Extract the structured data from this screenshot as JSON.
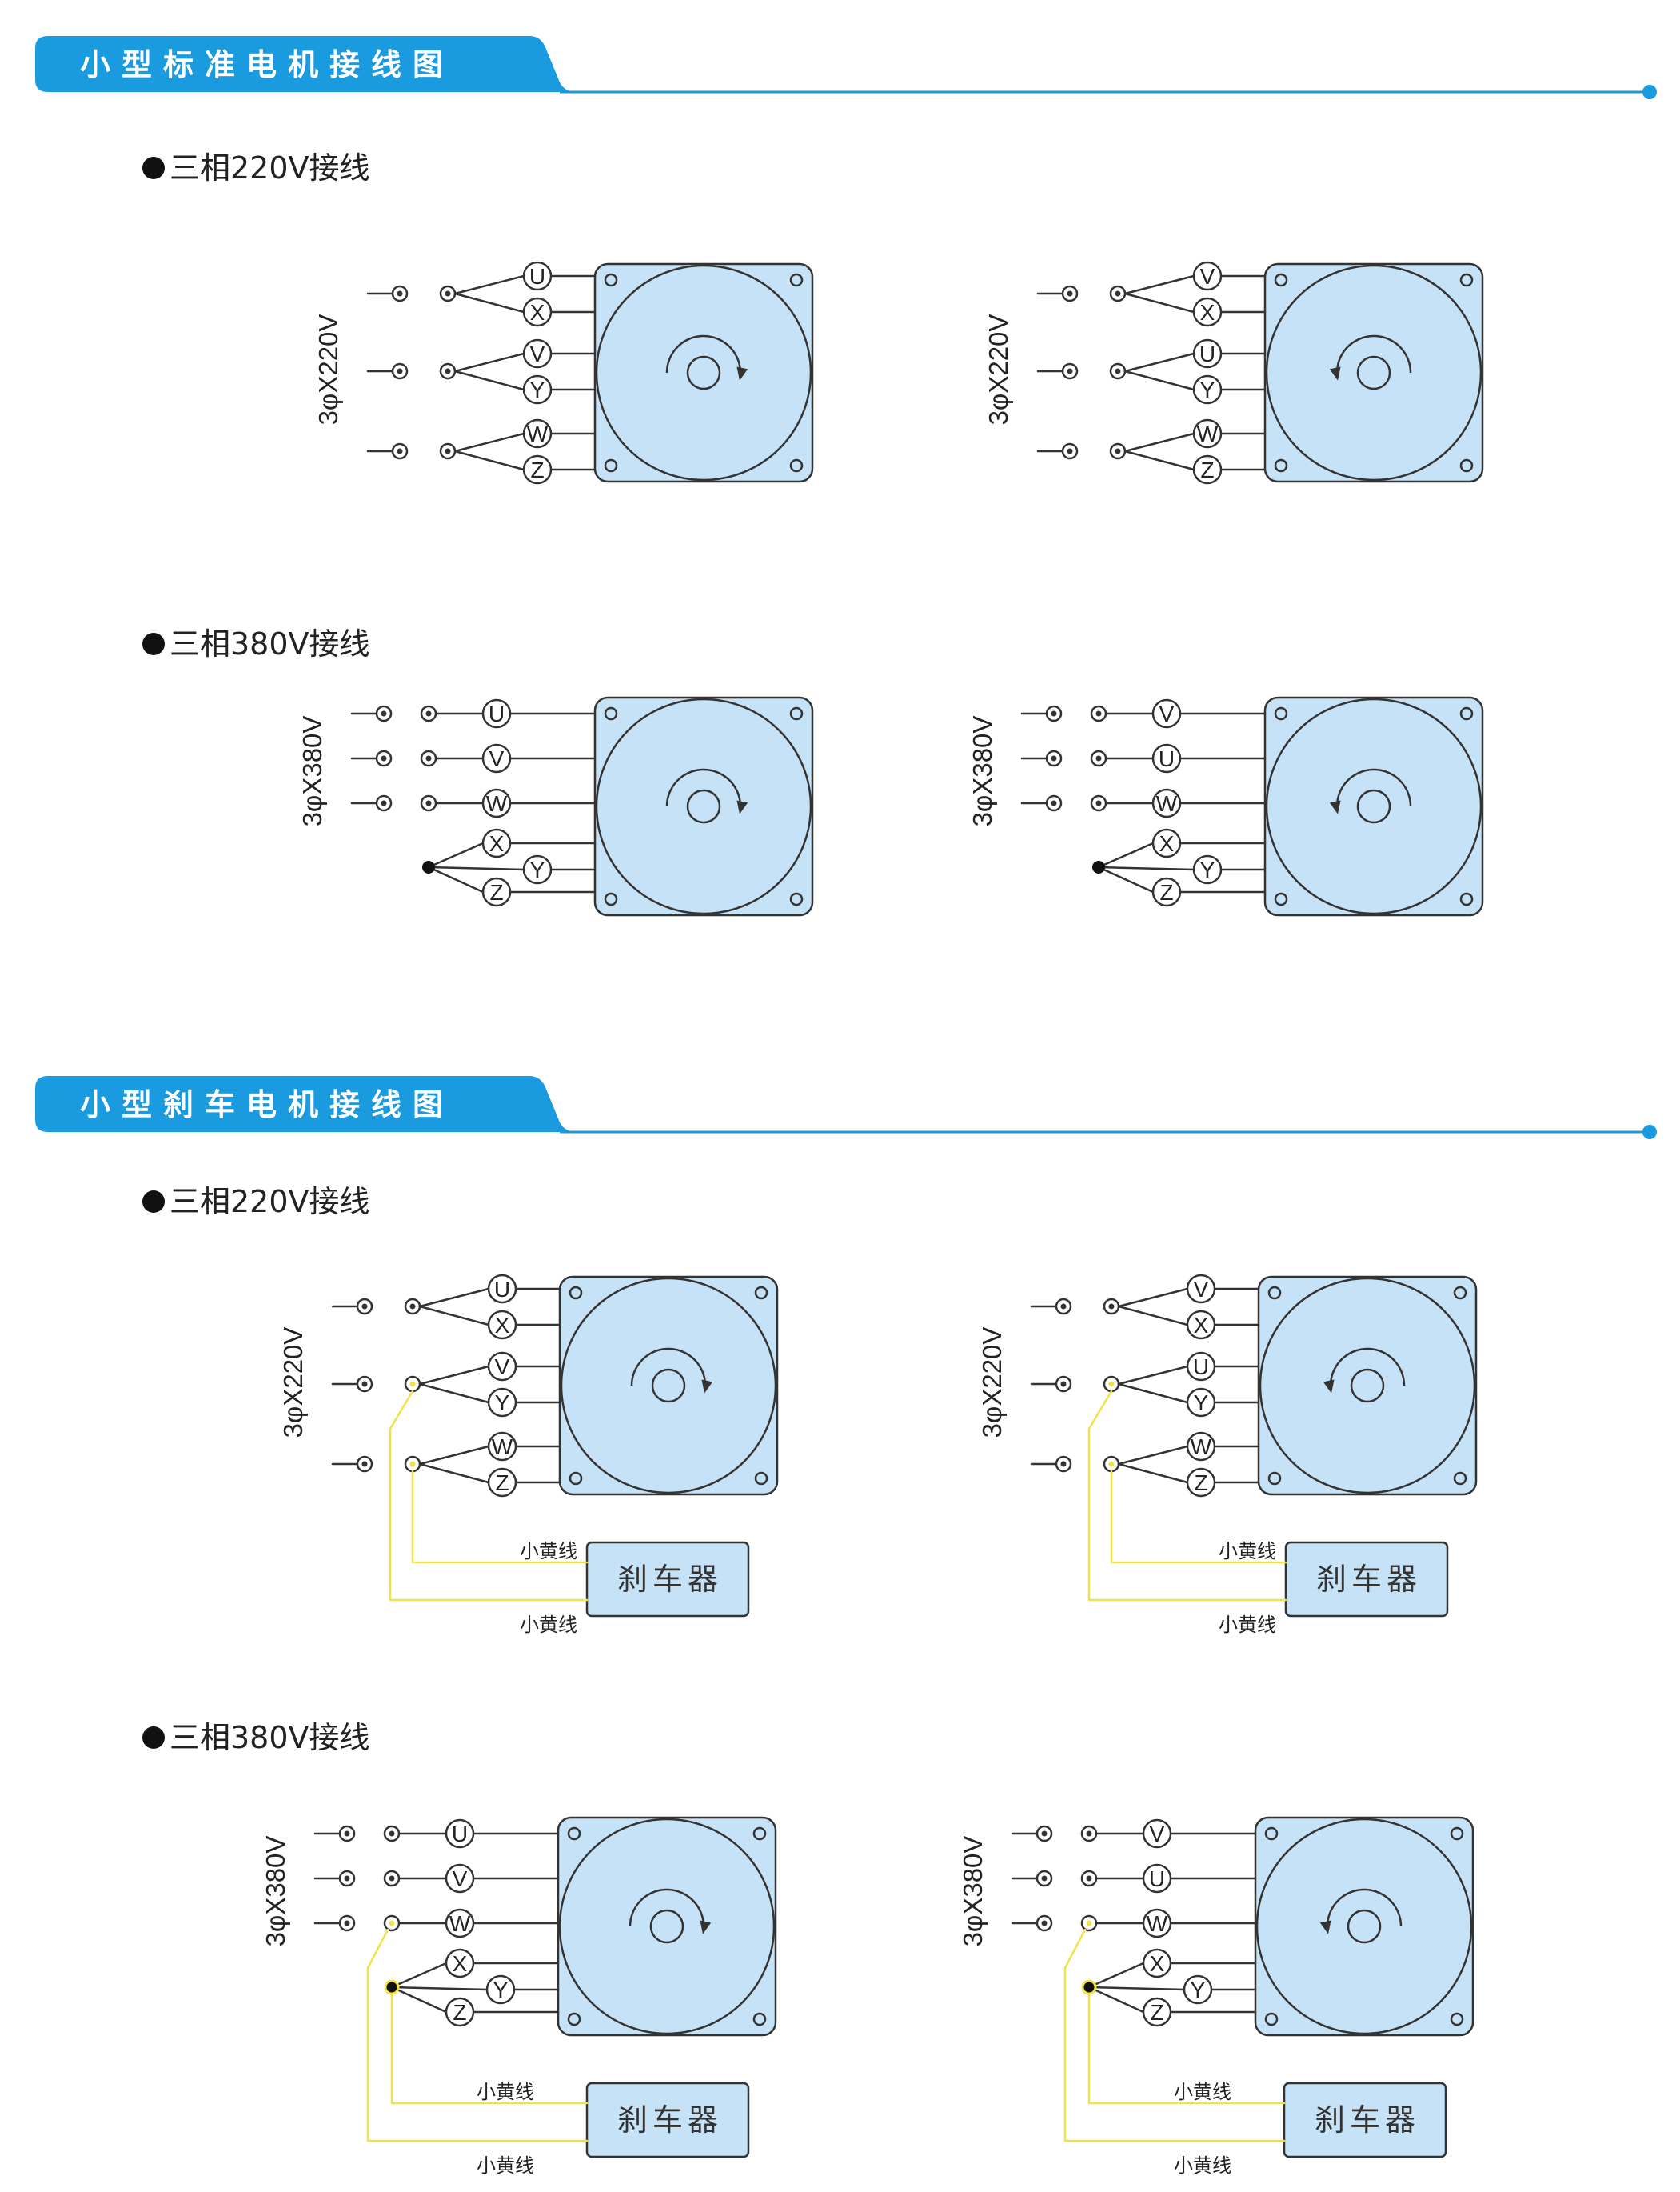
{
  "colors": {
    "accent": "#1a9be0",
    "motor_fill": "#c6e2f6",
    "motor_stroke": "#333333",
    "yellow_wire": "#f2e24a",
    "brake_fill": "#c6e2f6"
  },
  "sections": [
    {
      "title": "小型标准电机接线图",
      "groups": [
        {
          "subtitle": "三相220V接线",
          "diagrams": [
            {
              "voltage": "3φX220V",
              "terminals": [
                "U",
                "X",
                "V",
                "Y",
                "W",
                "Z"
              ],
              "rotation": "clockwise"
            },
            {
              "voltage": "3φX220V",
              "terminals": [
                "V",
                "X",
                "U",
                "Y",
                "W",
                "Z"
              ],
              "rotation": "counterclockwise"
            }
          ]
        },
        {
          "subtitle": "三相380V接线",
          "diagrams": [
            {
              "voltage": "3φX380V",
              "terminals": [
                "U",
                "V",
                "W",
                "X",
                "Y",
                "Z"
              ],
              "rotation": "clockwise"
            },
            {
              "voltage": "3φX380V",
              "terminals": [
                "V",
                "U",
                "W",
                "X",
                "Y",
                "Z"
              ],
              "rotation": "counterclockwise"
            }
          ]
        }
      ]
    },
    {
      "title": "小型刹车电机接线图",
      "groups": [
        {
          "subtitle": "三相220V接线",
          "diagrams": [
            {
              "voltage": "3φX220V",
              "terminals": [
                "U",
                "X",
                "V",
                "Y",
                "W",
                "Z"
              ],
              "rotation": "clockwise",
              "brake_label": "刹车器",
              "wire_label_top": "小黄线",
              "wire_label_bottom": "小黄线"
            },
            {
              "voltage": "3φX220V",
              "terminals": [
                "V",
                "X",
                "U",
                "Y",
                "W",
                "Z"
              ],
              "rotation": "counterclockwise",
              "brake_label": "刹车器",
              "wire_label_top": "小黄线",
              "wire_label_bottom": "小黄线"
            }
          ]
        },
        {
          "subtitle": "三相380V接线",
          "diagrams": [
            {
              "voltage": "3φX380V",
              "terminals": [
                "U",
                "V",
                "W",
                "X",
                "Y",
                "Z"
              ],
              "rotation": "clockwise",
              "brake_label": "刹车器",
              "wire_label_top": "小黄线",
              "wire_label_bottom": "小黄线"
            },
            {
              "voltage": "3φX380V",
              "terminals": [
                "V",
                "U",
                "W",
                "X",
                "Y",
                "Z"
              ],
              "rotation": "counterclockwise",
              "brake_label": "刹车器",
              "wire_label_top": "小黄线",
              "wire_label_bottom": "小黄线"
            }
          ]
        }
      ]
    }
  ]
}
